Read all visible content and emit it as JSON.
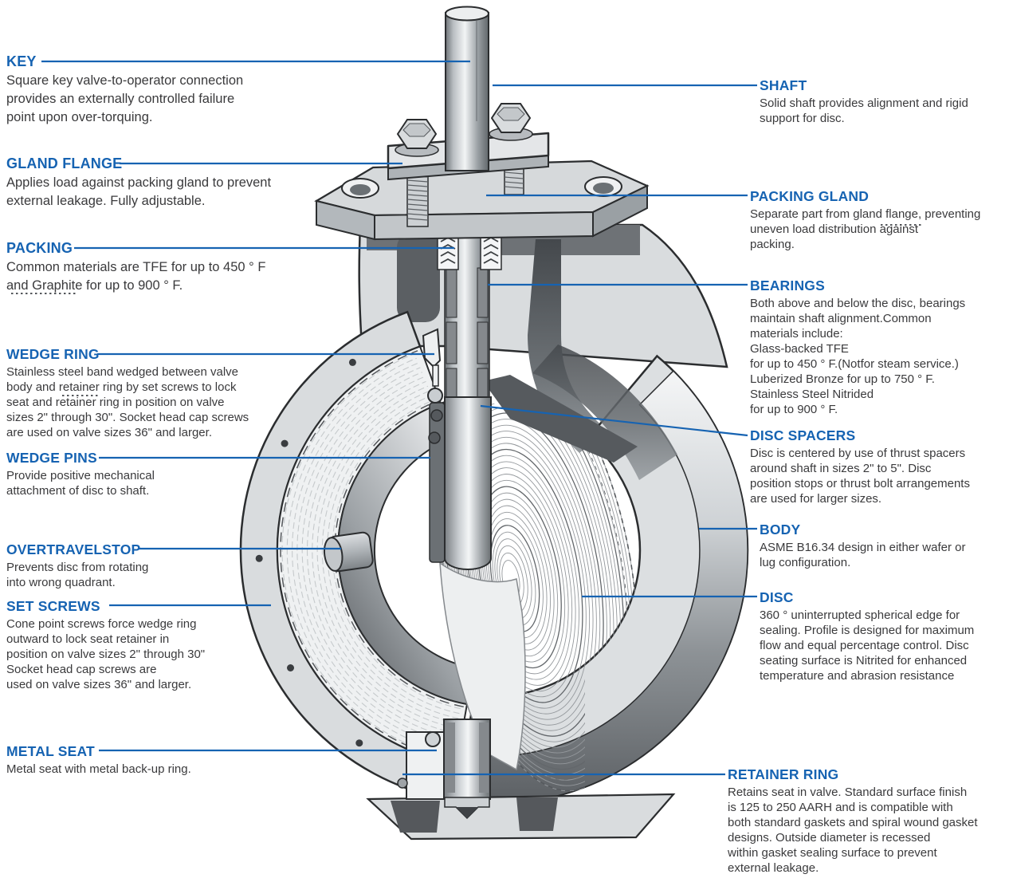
{
  "colors": {
    "accent_blue": "#1663b2",
    "body_text": "#3a3a3c",
    "background": "#ffffff",
    "metal_light": "#d9dcde",
    "metal_dark": "#55585c"
  },
  "diagram": {
    "subject": "butterfly-valve-cross-section",
    "parts": [
      "key",
      "gland-flange",
      "packing",
      "wedge-ring",
      "wedge-pins",
      "overtravel-stop",
      "set-screws",
      "metal-seat",
      "shaft",
      "packing-gland",
      "bearings",
      "disc-spacers",
      "body",
      "disc",
      "retainer-ring"
    ]
  },
  "callouts": {
    "left": [
      {
        "id": "key",
        "title": "KEY",
        "desc": "Square key valve-to-operator connection\nprovides an externally controlled failure\npoint upon over-torquing."
      },
      {
        "id": "gland-flange",
        "title": "GLAND FLANGE",
        "desc": "Applies load against packing gland to prevent\nexternal leakage. Fully adjustable."
      },
      {
        "id": "packing",
        "title": "PACKING",
        "desc": "Common materials are TFE for up to 450 °  F\nand Graphite for up to 900 °  F."
      },
      {
        "id": "wedge-ring",
        "title": "WEDGE RING",
        "desc": "Stainless steel band wedged between valve\nbody and retainer ring by set screws to lock\nseat and retainer ring in position on valve\nsizes 2\" through 30\". Socket head cap screws\nare used on valve sizes 36\" and larger."
      },
      {
        "id": "wedge-pins",
        "title": "WEDGE PINS",
        "desc": "Provide positive mechanical\nattachment of disc to shaft."
      },
      {
        "id": "overtravel-stop",
        "title": "OVERTRAVELSTOP",
        "desc": "Prevents disc from rotating\ninto wrong quadrant."
      },
      {
        "id": "set-screws",
        "title": "SET SCREWS",
        "desc": "Cone point screws force wedge ring\noutward to lock seat retainer in\nposition on valve sizes 2\" through 30\"\nSocket head cap screws are\nused on valve sizes 36\" and larger."
      },
      {
        "id": "metal-seat",
        "title": "METAL SEAT",
        "desc": "Metal seat with metal back-up ring."
      }
    ],
    "right": [
      {
        "id": "shaft",
        "title": "SHAFT",
        "desc": "Solid shaft provides alignment and rigid\nsupport for disc."
      },
      {
        "id": "packing-gland",
        "title": "PACKING GLAND",
        "desc": "Separate part from gland flange, preventing\nuneven load distribution against\npacking."
      },
      {
        "id": "bearings",
        "title": "BEARINGS",
        "desc": "Both above and below the disc, bearings\nmaintain shaft alignment.Common\nmaterials include:\nGlass-backed TFE\nfor up to 450 ° F.(Notfor steam service.)\nLuberized Bronze for up to 750  ° F.\nStainless Steel Nitrided\nfor up to 900 ° F."
      },
      {
        "id": "disc-spacers",
        "title": "DISC SPACERS",
        "desc": "Disc is centered by use of thrust spacers\naround shaft in sizes 2\" to 5\". Disc\nposition stops or thrust bolt arrangements\nare used for larger sizes."
      },
      {
        "id": "body",
        "title": "BODY",
        "desc": "ASME B16.34 design in either wafer or\nlug configuration."
      },
      {
        "id": "disc",
        "title": "DISC",
        "desc": "360 °  uninterrupted spherical edge for\nsealing. Profile is designed for maximum\nflow and equal percentage control. Disc\nseating surface is Nitrited for enhanced\ntemperature and abrasion resistance"
      },
      {
        "id": "retainer-ring",
        "title": "RETAINER RING",
        "desc": "Retains seat in valve. Standard surface finish\nis 125 to 250 AARH and is compatible with\nboth standard gaskets and spiral wound gasket\ndesigns. Outside diameter is recessed\nwithin gasket sealing surface to prevent\nexternal leakage."
      }
    ]
  }
}
